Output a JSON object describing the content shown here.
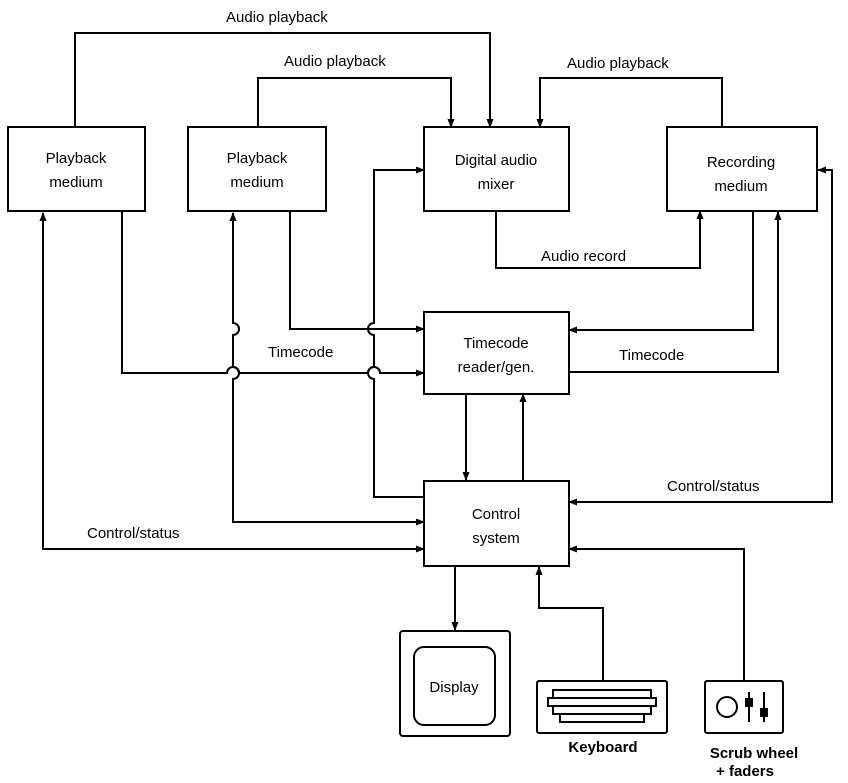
{
  "blocks": {
    "playback_1": {
      "line1": "Playback",
      "line2": "medium"
    },
    "playback_2": {
      "line1": "Playback",
      "line2": "medium"
    },
    "mixer": {
      "line1": "Digital audio",
      "line2": "mixer"
    },
    "recording": {
      "line1": "Recording",
      "line2": "medium"
    },
    "timecode_gen": {
      "line1": "Timecode",
      "line2": "reader/gen."
    },
    "control": {
      "line1": "Control",
      "line2": "system"
    },
    "display": {
      "label": "Display"
    },
    "keyboard": {
      "label": "Keyboard"
    },
    "scrub": {
      "line1": "Scrub wheel",
      "line2": "+ faders"
    }
  },
  "connections": {
    "audio_playback_top": "Audio playback",
    "audio_playback_mid": "Audio playback",
    "audio_playback_right": "Audio playback",
    "audio_record": "Audio record",
    "timecode_left": "Timecode",
    "timecode_right": "Timecode",
    "control_status_left": "Control/status",
    "control_status_right": "Control/status"
  }
}
